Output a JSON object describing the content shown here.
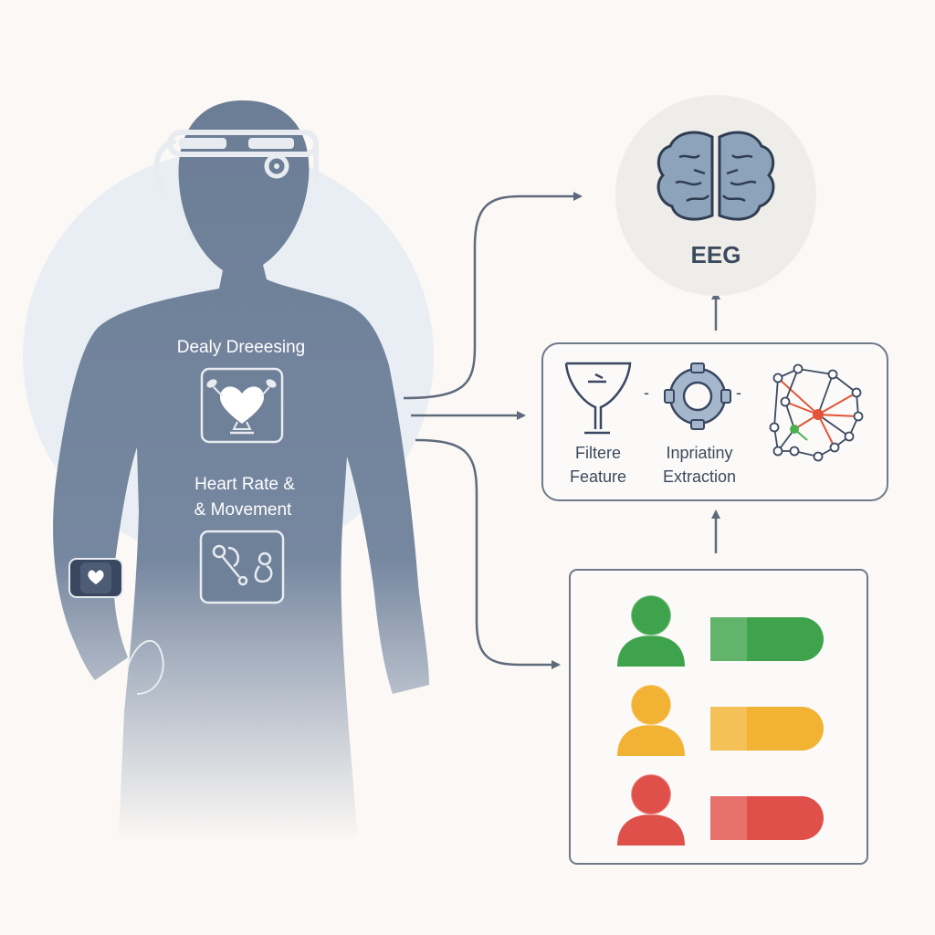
{
  "body_labels": {
    "label_1": "Dealy Dreeesing",
    "label_2_line1": "Heart Rate &",
    "label_2_line2": "& Movement"
  },
  "eeg": {
    "label": "EEG"
  },
  "processing": {
    "left_line1": "Filtere",
    "left_line2": "Feature",
    "right_line1": "Inpriatiny",
    "right_line2": "Extraction"
  },
  "outcomes": [
    {
      "status": "green",
      "color": "#3fa34d"
    },
    {
      "status": "yellow",
      "color": "#f2b233"
    },
    {
      "status": "red",
      "color": "#e0504a"
    }
  ],
  "icons": {
    "headset": "eeg-headband-icon",
    "watch": "heart-smartwatch-icon",
    "heart": "heart-trophy-icon",
    "movement": "movement-link-icon",
    "brain": "brain-icon",
    "filter": "funnel-filter-icon",
    "gear": "gear-icon",
    "network": "neural-network-icon",
    "person": "person-icon"
  }
}
